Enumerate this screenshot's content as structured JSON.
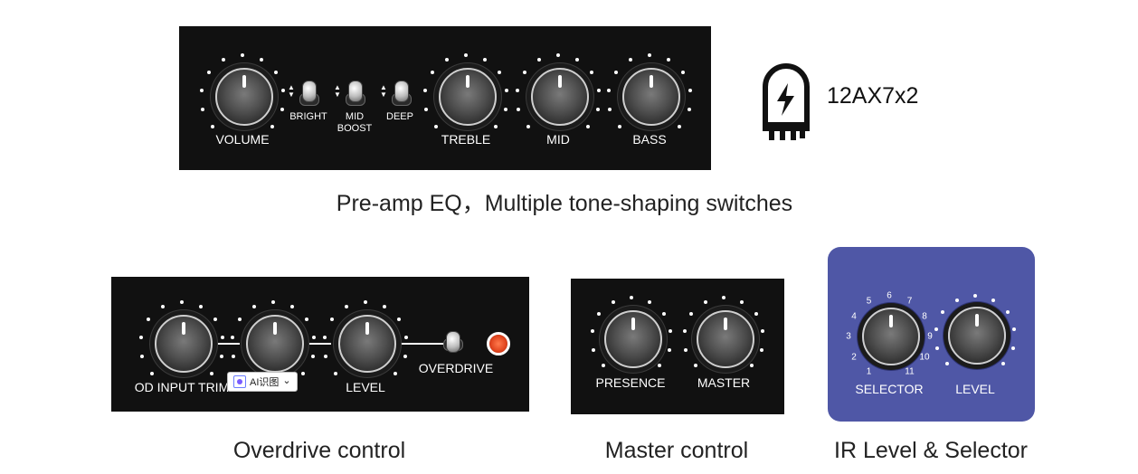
{
  "preamp": {
    "labels": {
      "volume": "VOLUME",
      "bright": "BRIGHT",
      "mid_boost_1": "MID",
      "mid_boost_2": "BOOST",
      "deep": "DEEP",
      "treble": "TREBLE",
      "mid": "MID",
      "bass": "BASS"
    },
    "caption": "Pre-amp EQ，Multiple tone-shaping switches"
  },
  "tube": {
    "text": "12AX7x2",
    "icon": "tube-lightning-icon"
  },
  "overdrive": {
    "labels": {
      "od_input_trim": "OD INPUT TRIM",
      "level": "LEVEL",
      "overdrive": "OVERDRIVE"
    },
    "caption": "Overdrive control",
    "ai_badge": {
      "label": "AI识图",
      "chevron": "⌄"
    }
  },
  "master": {
    "labels": {
      "presence": "PRESENCE",
      "master": "MASTER"
    },
    "caption": "Master control"
  },
  "ir": {
    "labels": {
      "selector": "SELECTOR",
      "level": "LEVEL"
    },
    "selector_numbers": [
      "1",
      "2",
      "3",
      "4",
      "5",
      "6",
      "7",
      "8",
      "9",
      "10",
      "11"
    ],
    "caption": "IR Level & Selector"
  },
  "colors": {
    "panel": "#111111",
    "ir_panel": "#4f57a6",
    "led": "#e0441e"
  }
}
